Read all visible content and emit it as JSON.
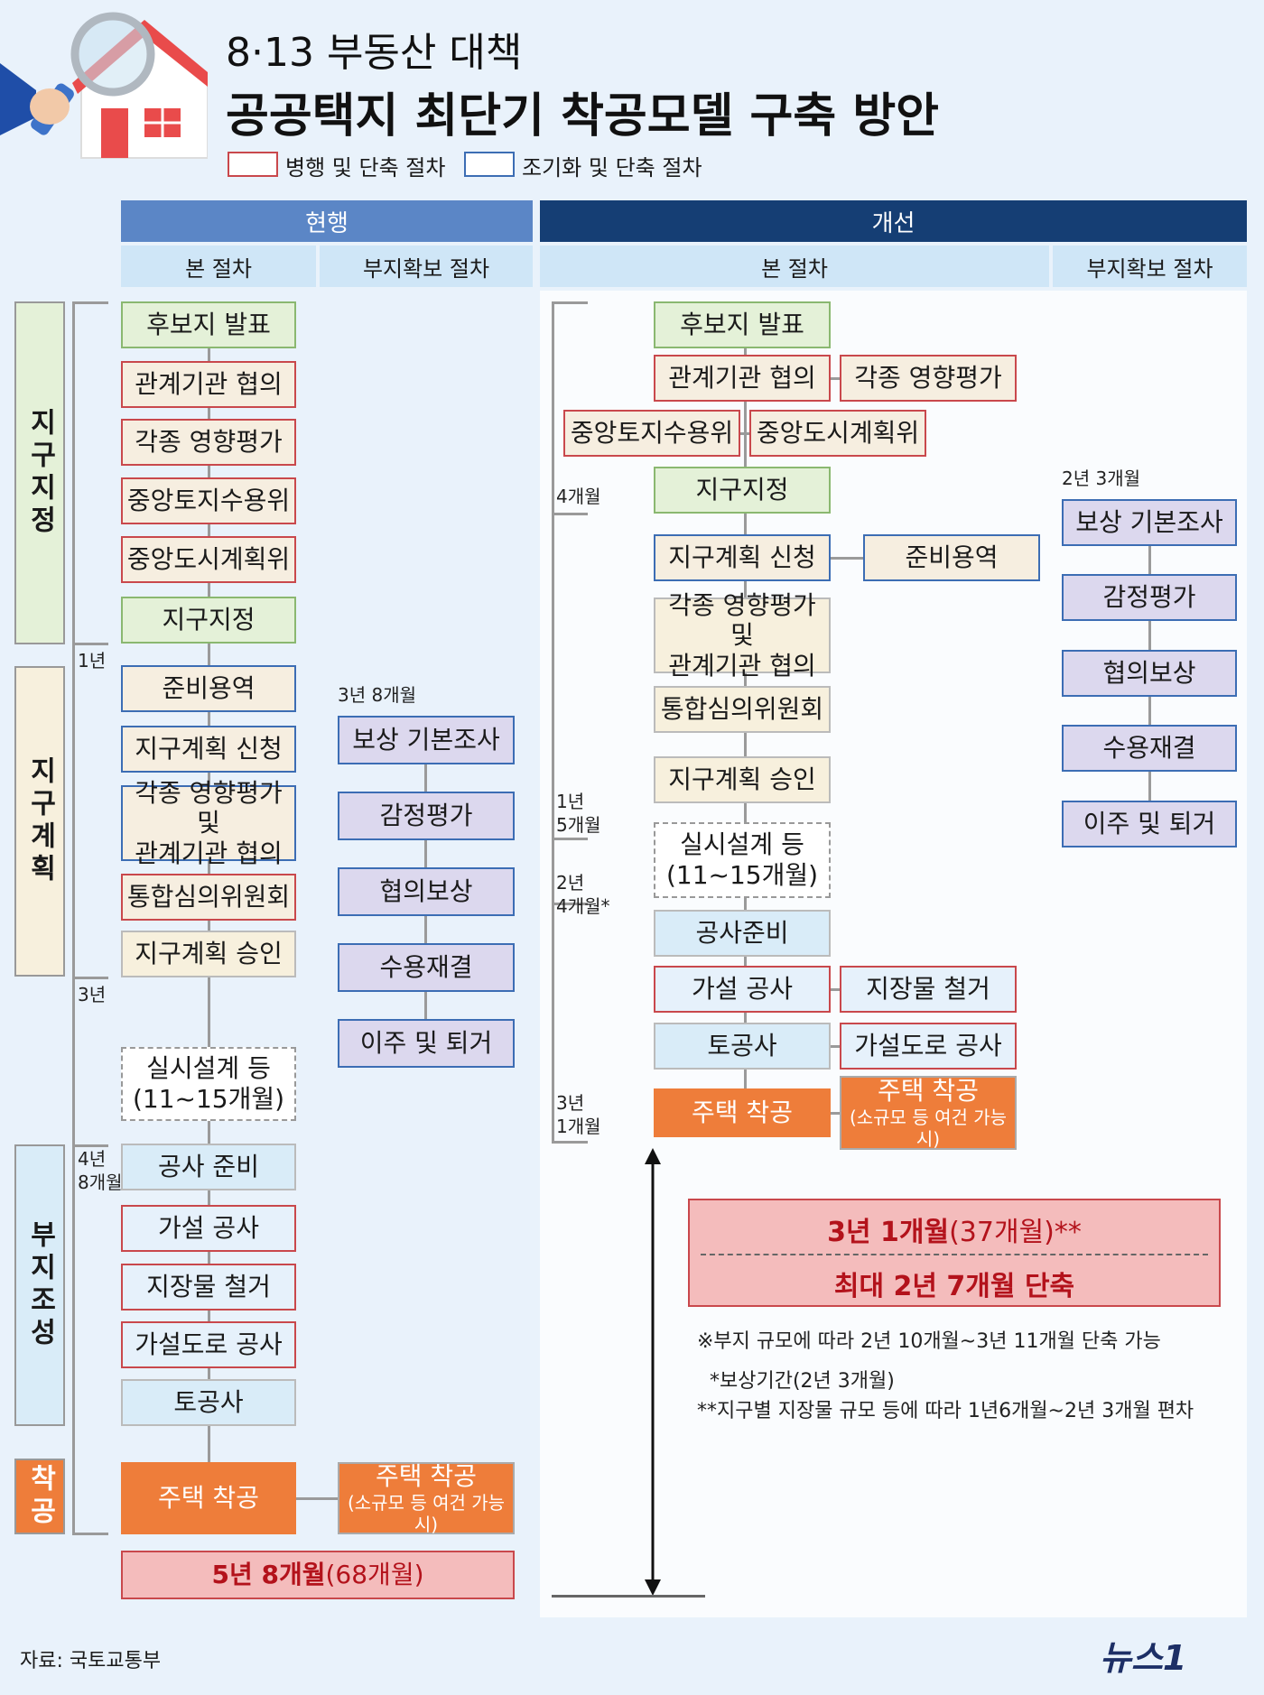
{
  "header": {
    "subtitle": "8·13 부동산 대책",
    "title": "공공택지 최단기 착공모델 구축 방안",
    "legend_red": "병행 및 단축 절차",
    "legend_blue": "조기화 및 단축 절차",
    "legend_red_color": "#c9484c",
    "legend_blue_color": "#3c6db4"
  },
  "columns": {
    "current": "현행",
    "improved": "개선",
    "main": "본 절차",
    "land": "부지확보 절차"
  },
  "stages": [
    "지구지정",
    "지구계획",
    "부지조성",
    "착공"
  ],
  "current": {
    "steps": [
      "후보지 발표",
      "관계기관 협의",
      "각종 영향평가",
      "중앙토지수용위",
      "중앙도시계획위",
      "지구지정",
      "준비용역",
      "지구계획 신청",
      "각종 영향평가 및",
      "관계기관 협의",
      "통합심의위원회",
      "지구계획 승인",
      "실시설계 등",
      "(11~15개월)",
      "공사 준비",
      "가설 공사",
      "지장물 철거",
      "가설도로 공사",
      "토공사",
      "주택 착공"
    ],
    "land_period": "3년 8개월",
    "land_steps": [
      "보상 기본조사",
      "감정평가",
      "협의보상",
      "수용재결",
      "이주 및 퇴거"
    ],
    "small_start": "주택 착공",
    "small_start_note": "(소규모 등 여건 가능 시)",
    "times": [
      "1년",
      "3년",
      "4년",
      "8개월"
    ],
    "total_bold": "5년 8개월",
    "total_paren": "(68개월)"
  },
  "improved": {
    "steps": [
      "후보지 발표",
      "관계기관 협의",
      "각종 영향평가",
      "중앙토지수용위",
      "중앙도시계획위",
      "지구지정",
      "지구계획 신청",
      "준비용역",
      "각종 영향평가 및",
      "관계기관 협의",
      "통합심의위원회",
      "지구계획 승인",
      "실시설계 등",
      "(11~15개월)",
      "공사준비",
      "가설 공사",
      "지장물 철거",
      "토공사",
      "가설도로 공사",
      "주택 착공",
      "주택 착공",
      "(소규모 등 여건 가능 시)"
    ],
    "land_period": "2년 3개월",
    "land_steps": [
      "보상 기본조사",
      "감정평가",
      "협의보상",
      "수용재결",
      "이주 및 퇴거"
    ],
    "times": [
      "4개월",
      "1년",
      "5개월",
      "2년",
      "4개월*",
      "3년",
      "1개월"
    ],
    "result_line1_bold": "3년 1개월",
    "result_line1_paren": "(37개월)**",
    "result_line2": "최대 2년 7개월 단축",
    "notes": [
      "※부지 규모에 따라 2년 10개월~3년 11개월 단축 가능",
      "*보상기간(2년 3개월)",
      "**지구별 지장물 규모 등에 따라 1년6개월~2년 3개월 편차"
    ]
  },
  "footer": {
    "source": "자료: 국토교통부",
    "logo": "뉴스1"
  }
}
